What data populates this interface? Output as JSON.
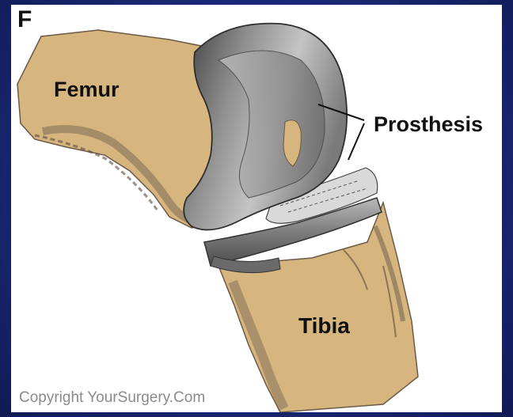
{
  "figure": {
    "panel_letter": "F",
    "labels": {
      "femur": "Femur",
      "prosthesis": "Prosthesis",
      "tibia": "Tibia"
    },
    "copyright": "Copyright YourSurgery.Com"
  },
  "colors": {
    "background": "#1a2a78",
    "bone": "#d6b57f",
    "bone_shadow": "#7c6a55",
    "metal": "#9c9c9c",
    "metal_dark": "#4a4a4a",
    "panel": "#ffffff"
  }
}
